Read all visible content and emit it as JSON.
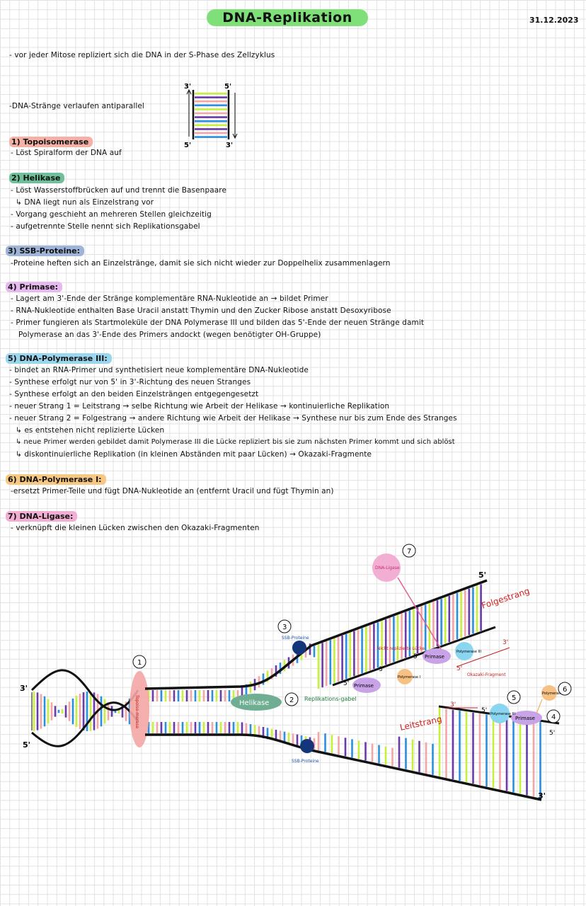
{
  "title": "DNA-Replikation",
  "date": "31.12.2023",
  "intro": "- vor jeder Mitose repliziert sich die DNA in der S-Phase des Zellzyklus",
  "antiparallel": "-DNA-Stränge verlaufen antiparallel",
  "small_diagram": {
    "l_top": "3'",
    "r_top": "5'",
    "l_bot": "5'",
    "r_bot": "3'"
  },
  "sections": [
    {
      "heading": "1) Topoisomerase",
      "color": "#f6b1a6",
      "lines": [
        "- Löst Spiralform der DNA auf"
      ]
    },
    {
      "heading": "2) Helikase",
      "color": "#6fbf9a",
      "lines": [
        "- Löst Wasserstoffbrücken auf und trennt die Basenpaare",
        "↳ DNA liegt nun als Einzelstrang vor",
        "- Vorgang geschieht an mehreren Stellen gleichzeitig",
        "- aufgetrennte Stelle nennt sich Replikationsgabel"
      ]
    },
    {
      "heading": "3) SSB-Proteine:",
      "color": "#9fb5d8",
      "lines": [
        "-Proteine heften sich an Einzelstränge, damit sie sich nicht wieder zur Doppelhelix zusammenlagern"
      ]
    },
    {
      "heading": "4) Primase:",
      "color": "#e6b9ef",
      "lines": [
        "- Lagert am 3'-Ende der Stränge komplementäre RNA-Nukleotide an → bildet Primer",
        "- RNA-Nukleotide enthalten Base Uracil anstatt Thymin und den Zucker Ribose anstatt Desoxyribose",
        "- Primer fungieren als Startmoleküle der DNA Polymerase III und bilden das 5'-Ende der neuen Stränge damit",
        "Polymerase an das 3'-Ende des Primers andockt (wegen benötigter OH-Gruppe)"
      ]
    },
    {
      "heading": "5) DNA-Polymerase III:",
      "color": "#9ad7ef",
      "lines": [
        "- bindet an RNA-Primer und synthetisiert neue komplementäre DNA-Nukleotide",
        "- Synthese erfolgt nur von 5' in 3'-Richtung des neuen Stranges",
        "- Synthese erfolgt an den beiden Einzelsträngen entgegengesetzt",
        "- neuer Strang 1 = Leitstrang      → selbe Richtung wie Arbeit der Helikase    → kontinuierliche Replikation",
        "- neuer Strang 2 = Folgestrang     → andere Richtung wie Arbeit der Helikase → Synthese nur bis zum Ende des Stranges",
        "↳ es entstehen nicht replizierte Lücken",
        "↳ neue Primer werden gebildet damit Polymerase III die Lücke repliziert bis sie zum nächsten Primer kommt und sich ablöst",
        "↳ diskontinuierliche Replikation (in kleinen Abständen mit paar Lücken) → Okazaki-Fragmente"
      ]
    },
    {
      "heading": "6) DNA-Polymerase I:",
      "color": "#f7c784",
      "lines": [
        "-ersetzt Primer-Teile und fügt DNA-Nukleotide an (entfernt Uracil und fügt Thymin an)"
      ]
    },
    {
      "heading": "7) DNA-Ligase:",
      "color": "#f3aed3",
      "lines": [
        "- verknüpft die kleinen Lücken zwischen den Okazaki-Fragmenten"
      ]
    }
  ],
  "diagram": {
    "left_top": "3'",
    "left_bot": "5'",
    "top_right": "5'",
    "bottom_right_top": "5'",
    "bottom_right": "3'",
    "numbers": [
      "1",
      "2",
      "3",
      "4",
      "5",
      "6",
      "7"
    ],
    "topoisomerase": "Topoiso-merase",
    "helikase": "Helikase",
    "replikationsgabel": "Replikations-gabel",
    "ssb_top": "SSB-Proteine",
    "ssb_bottom": "SSB-Proteine",
    "folgestrang": "Folgestrang",
    "leitstrang": "Leitstrang",
    "ligase": "DNA-Ligase",
    "nicht_replizierte": "Nicht replizierte Lücke",
    "primase": "Primase",
    "polymerase3": "Polymerase III",
    "polymerase1": "Polymerase I",
    "okazaki": "Okazaki-Fragment",
    "label_3a": "3'",
    "label_5a": "5'",
    "label_5b": "5'",
    "label_3b": "3'",
    "label_5c": "5'",
    "label_3c": "3'",
    "label_5d": "5'",
    "label_3d": "3'"
  },
  "colors": {
    "green": "#7fe07a",
    "pink": "#f4a6a6",
    "blue": "#2a8fe0",
    "purple": "#6a3aa8",
    "lime": "#c6f03a"
  }
}
